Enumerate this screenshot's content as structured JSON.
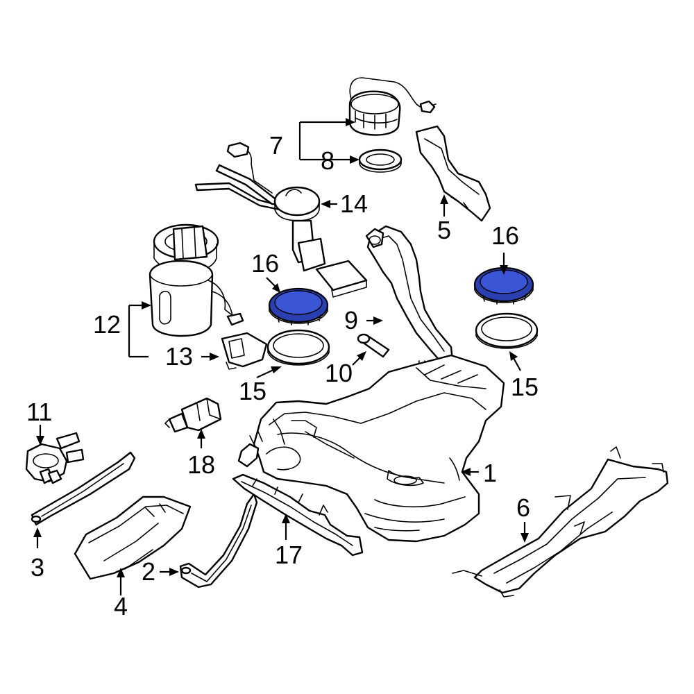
{
  "diagram": {
    "highlight_color": "#2a3fb0",
    "callouts": {
      "c1": "1",
      "c2": "2",
      "c3": "3",
      "c4": "4",
      "c5": "5",
      "c6": "6",
      "c7": "7",
      "c8": "8",
      "c9": "9",
      "c10": "10",
      "c11": "11",
      "c12": "12",
      "c13": "13",
      "c14": "14",
      "c15a": "15",
      "c15b": "15",
      "c16a": "16",
      "c16b": "16",
      "c17": "17",
      "c18": "18"
    }
  }
}
